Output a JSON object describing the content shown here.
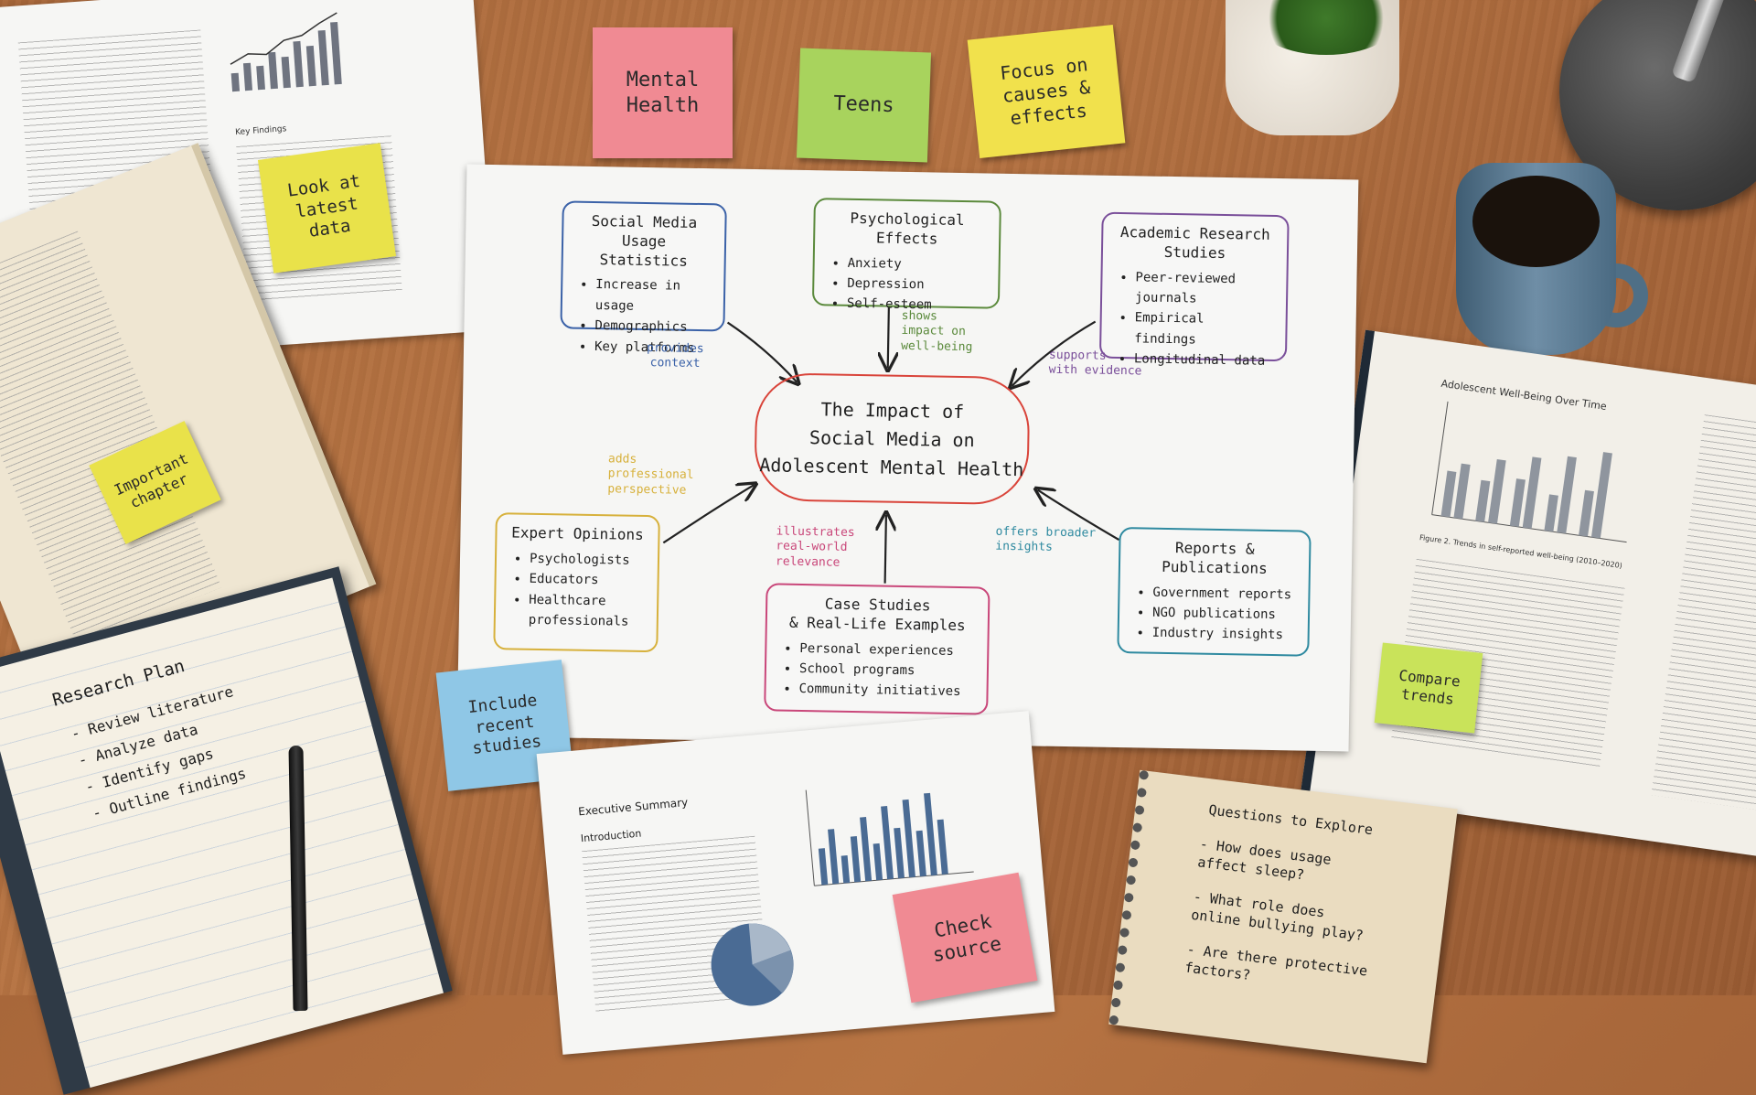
{
  "sticky_notes": {
    "mental_health": "Mental\nHealth",
    "teens": "Teens",
    "causes": "Focus on\ncauses &\neffects",
    "latest_data": "Look at\nlatest\ndata",
    "important_chapter": "Important\nchapter",
    "recent_studies": "Include\nrecent\nstudies",
    "compare_trends": "Compare\ntrends",
    "check_source": "Check\nsource"
  },
  "mindmap": {
    "center": "The Impact of\nSocial Media on\nAdolescent Mental Health",
    "nodes": [
      {
        "title": "Social Media Usage\nStatistics",
        "items": [
          "Increase in usage",
          "Demographics",
          "Key platforms"
        ],
        "color": "#3b62a8",
        "connector": "provides\ncontext"
      },
      {
        "title": "Psychological Effects",
        "items": [
          "Anxiety",
          "Depression",
          "Self-esteem"
        ],
        "color": "#5b8a3c",
        "connector": "shows\nimpact on\nwell-being"
      },
      {
        "title": "Academic Research\nStudies",
        "items": [
          "Peer-reviewed journals",
          "Empirical findings",
          "Longitudinal data"
        ],
        "color": "#7a4f9a",
        "connector": "supports\nwith evidence"
      },
      {
        "title": "Expert Opinions",
        "items": [
          "Psychologists",
          "Educators",
          "Healthcare professionals"
        ],
        "color": "#d7b13c",
        "connector": "adds\nprofessional\nperspective"
      },
      {
        "title": "Case Studies\n& Real-Life Examples",
        "items": [
          "Personal experiences",
          "School programs",
          "Community initiatives"
        ],
        "color": "#c9477a",
        "connector": "illustrates\nreal-world\nrelevance"
      },
      {
        "title": "Reports & Publications",
        "items": [
          "Government reports",
          "NGO publications",
          "Industry insights"
        ],
        "color": "#2f8aa0",
        "connector": "offers broader\ninsights"
      }
    ]
  },
  "notebook_plan": {
    "title": "Research Plan",
    "items": [
      "- Review literature",
      "- Analyze data",
      "- Identify gaps",
      "- Outline findings"
    ]
  },
  "notebook_questions": {
    "title": "Questions to Explore",
    "items": [
      "- How does usage\n  affect sleep?",
      "- What role does\n  online bullying play?",
      "- Are there protective\n  factors?"
    ]
  },
  "documents": {
    "executive_summary": "Executive Summary",
    "introduction": "Introduction",
    "key_findings": "Key Findings",
    "book_chart_title": "Adolescent Well-Being Over Time",
    "book_figure_caption": "Figure 2. Trends in self-reported well-being (2010–2020)"
  }
}
